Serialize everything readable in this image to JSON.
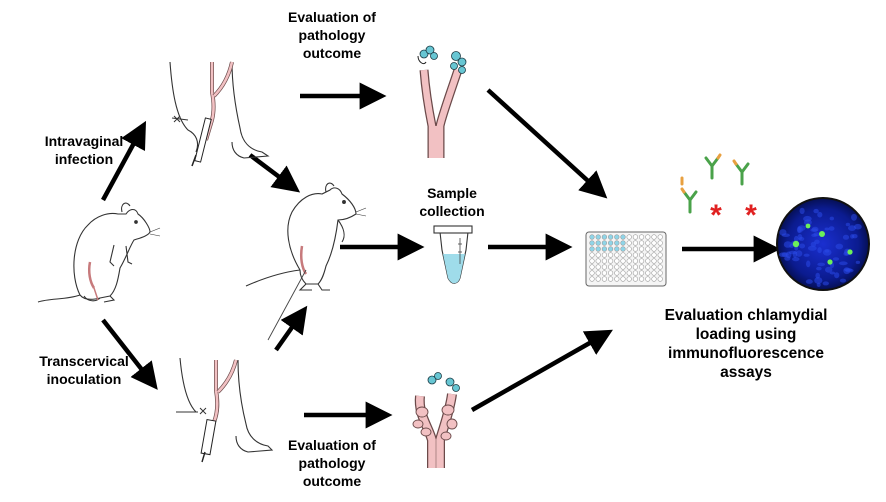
{
  "labels": {
    "intravaginal": [
      "Intravaginal",
      "infection"
    ],
    "transcervical": [
      "Transcervical",
      "inoculation"
    ],
    "pathology_top": [
      "Evaluation of",
      "pathology",
      "outcome"
    ],
    "pathology_bottom": [
      "Evaluation of",
      "pathology",
      "outcome"
    ],
    "sample": [
      "Sample",
      "collection"
    ],
    "assay": [
      "Evaluation chlamydial",
      "loading using",
      "immunofluorescence",
      "assays"
    ]
  },
  "colors": {
    "arrow": "#000000",
    "tract": "#f2c1c3",
    "tract_outline": "#6b4a4a",
    "ovary": "#67c6d3",
    "antibody_green": "#4aa24a",
    "antibody_orange": "#e8a040",
    "asterisk": "#e02020",
    "well_highlight": "#8fd5e8",
    "fluor_bg": "#0a1a8a",
    "fluor_spot": "#6cf05a",
    "tube_liquid": "#9fdcea"
  }
}
